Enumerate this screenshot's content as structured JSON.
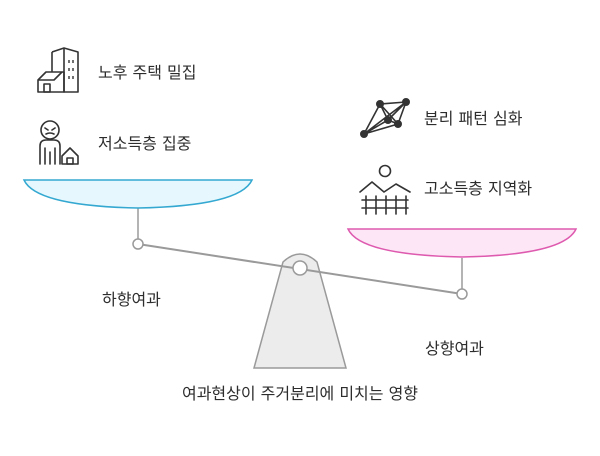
{
  "left_pan": {
    "items": [
      {
        "label": "노후 주택 밀집",
        "icon": "buildings-icon"
      },
      {
        "label": "저소득층 집중",
        "icon": "person-house-icon"
      }
    ],
    "pointer_label": "하향여과",
    "colors": {
      "stroke": "#34a8d1",
      "fill": "#e6f8fd"
    }
  },
  "right_pan": {
    "items": [
      {
        "label": "분리 패턴 심화",
        "icon": "network-icon"
      },
      {
        "label": "고소득층 지역화",
        "icon": "sun-hills-fence-icon"
      }
    ],
    "pointer_label": "상향여과",
    "colors": {
      "stroke": "#de5aaf",
      "fill": "#fde6f6"
    }
  },
  "caption": "여과현상이 주거분리에 미치는 영향",
  "colors": {
    "beam": "#9a9a9a",
    "fulcrum_fill": "#ececec",
    "text": "#2d2d2d",
    "icon": "#333333"
  }
}
